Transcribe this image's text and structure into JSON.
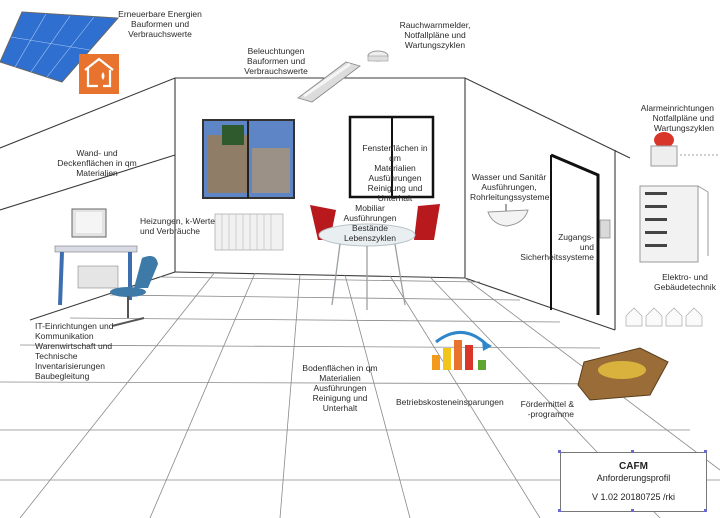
{
  "labels": {
    "renewable": "Erneuerbare Energien\nBauformen und\nVerbrauchswerte",
    "smoke": "Rauchwarnmelder,\nNotfallpläne und\nWartungszyklen",
    "lighting": "Beleuchtungen\nBauformen und\nVerbrauchswerte",
    "walls": "Wand- und\nDeckenflächen in qm\nMaterialien",
    "windows": "Fensterflächen in qm\nMaterialien\nAusführungen\nReinigung und\nUnterhalt",
    "water": "Wasser und Sanitär\nAusführungen,\nRohrleitungssysteme",
    "alarm": "Alarmeinrichtungen\nNotfallpläne und\nWartungszyklen",
    "heating": "Heizungen, k-Werte\nund Verbräuche",
    "furniture": "Mobiliar\nAusführungen\nBestände\nLebenszyklen",
    "access": "Zugangs-\nund\nSicherheitssysteme",
    "electrical": "Elektro- und\nGebäudetechnik",
    "it": "IT-Einrichtungen und\nKommunikation\nWarenwirtschaft und\nTechnische\nInventarisierungen\nBaubegleitung",
    "floor": "Bodenflächen in qm\nMaterialien\nAusführungen\nReinigung und\nUnterhalt",
    "costs": "Betriebskosteneinsparungen",
    "funding": "Fördermittel &\n-programme"
  },
  "info_box": {
    "title": "CAFM",
    "subtitle": "Anforderungsprofil",
    "version": "V 1.02 20180725 /rki"
  },
  "colors": {
    "line": "#3a3a3a",
    "chair_red": "#b8191c",
    "chair_blue": "#3d7aa8",
    "solar_blue": "#2f6fd0",
    "heat_orange": "#e8732e"
  }
}
